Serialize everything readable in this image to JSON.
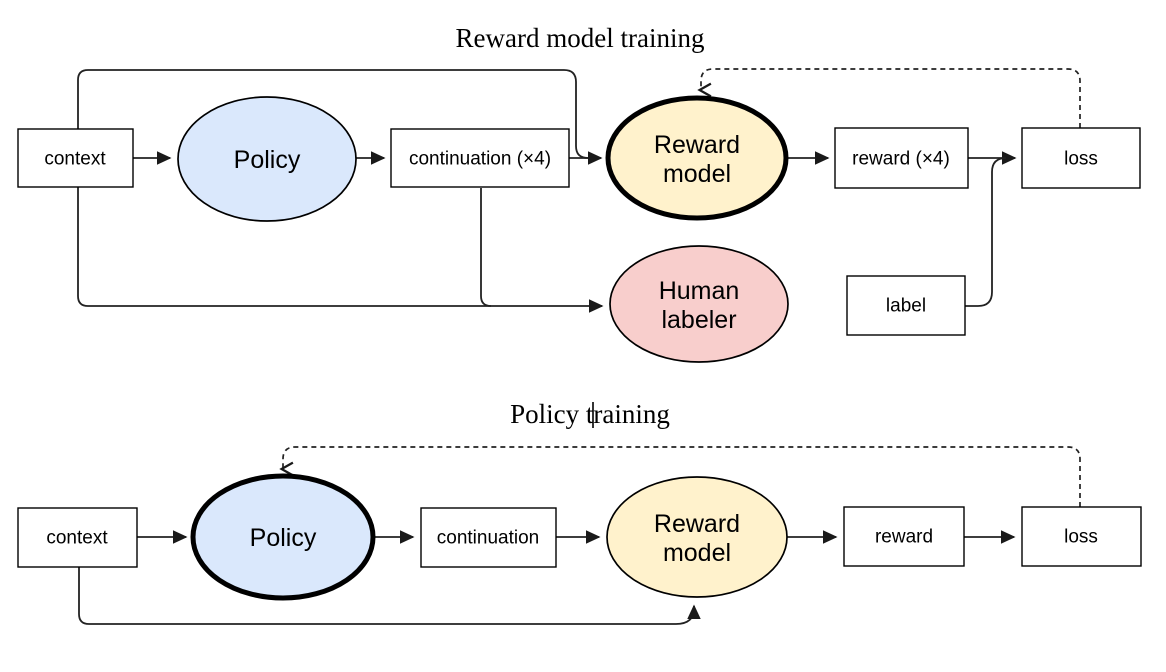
{
  "colors": {
    "policy_fill": "#dae8fc",
    "reward_model_fill": "#fff2cc",
    "human_labeler_fill": "#f8cecc",
    "box_fill": "#ffffff",
    "stroke": "#000000"
  },
  "diagrams": [
    {
      "title": "Reward model training",
      "nodes": {
        "context": {
          "label": "context"
        },
        "policy": {
          "label": "Policy"
        },
        "continuation": {
          "label": "continuation (×4)"
        },
        "reward_model": {
          "line1": "Reward",
          "line2": "model"
        },
        "human_labeler": {
          "line1": "Human",
          "line2": "labeler"
        },
        "reward": {
          "label": "reward (×4)"
        },
        "label": {
          "label": "label"
        },
        "loss": {
          "label": "loss"
        }
      }
    },
    {
      "title": "Policy training",
      "nodes": {
        "context": {
          "label": "context"
        },
        "policy": {
          "label": "Policy"
        },
        "continuation": {
          "label": "continuation"
        },
        "reward_model": {
          "line1": "Reward",
          "line2": "model"
        },
        "reward": {
          "label": "reward"
        },
        "loss": {
          "label": "loss"
        }
      }
    }
  ]
}
